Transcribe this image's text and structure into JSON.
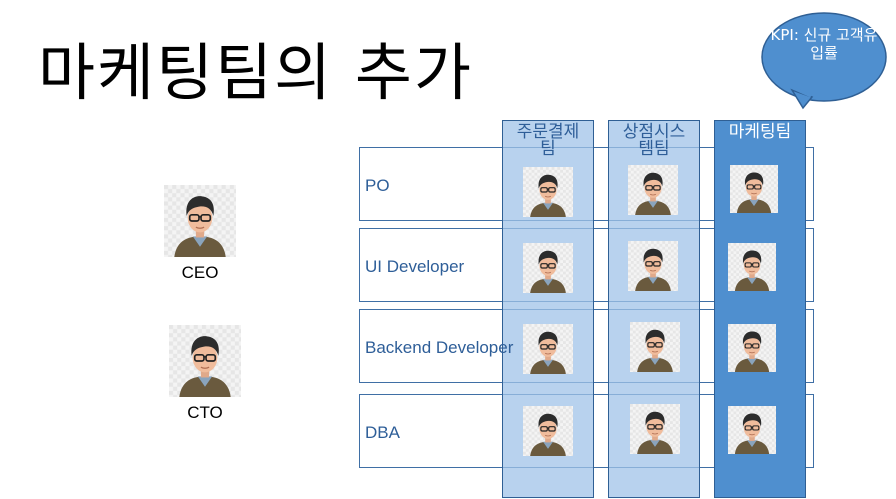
{
  "title": "마케팅팀의 추가",
  "callout": {
    "text": "KPI: 신규 고객유입률",
    "color": "#4f8fcf"
  },
  "roles": [
    {
      "label": "PO"
    },
    {
      "label": "UI Developer"
    },
    {
      "label": "Backend Developer"
    },
    {
      "label": "DBA"
    }
  ],
  "teams": [
    {
      "name_line1": "주문결제",
      "name_line2": "팀",
      "style": "light"
    },
    {
      "name_line1": "상점시스",
      "name_line2": "템팀",
      "style": "light"
    },
    {
      "name_line1": "마케팅팀",
      "name_line2": "",
      "style": "dark"
    }
  ],
  "executives": [
    {
      "label": "CEO"
    },
    {
      "label": "CTO"
    }
  ],
  "colors": {
    "accent_dark": "#4f8fcf",
    "accent_light": "#a0c3e8",
    "text_blue": "#2e5e98"
  }
}
